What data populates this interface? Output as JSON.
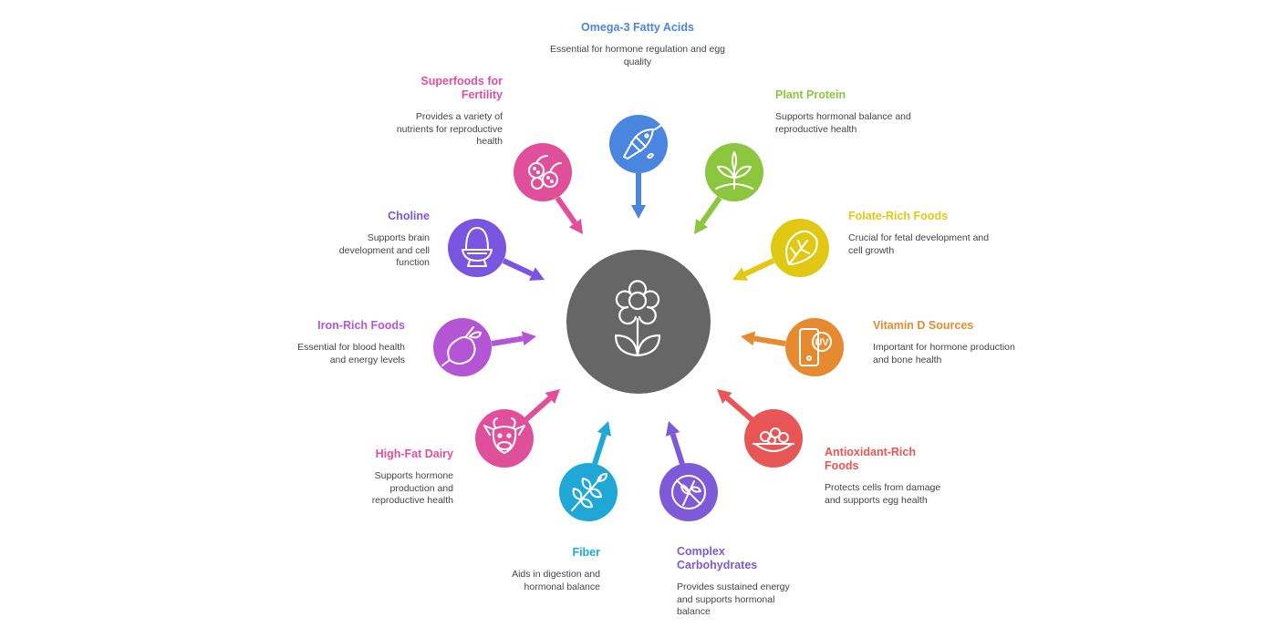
{
  "center": {
    "color": "#666666",
    "icon": "flower-icon"
  },
  "items": [
    {
      "id": "omega3",
      "title": "Omega-3 Fatty Acids",
      "description": "Essential for hormone regulation and egg quality",
      "color": "#4a86e0",
      "icon": "fish-icon"
    },
    {
      "id": "plant-protein",
      "title": "Plant Protein",
      "description": "Supports hormonal balance and reproductive health",
      "color": "#8cc63f",
      "icon": "sprout-icon"
    },
    {
      "id": "folate",
      "title": "Folate-Rich Foods",
      "description": "Crucial for fetal development and cell growth",
      "color": "#e0c813",
      "icon": "spinach-leaf-icon"
    },
    {
      "id": "vitamin-d",
      "title": "Vitamin D Sources",
      "description": "Important for hormone production and bone health",
      "color": "#e58a2e",
      "icon": "uv-phone-icon"
    },
    {
      "id": "antioxidant",
      "title": "Antioxidant-Rich Foods",
      "description": "Protects cells from damage and supports egg health",
      "color": "#e85555",
      "icon": "berries-bowl-icon"
    },
    {
      "id": "complex-carbs",
      "title": "Complex Carbohydrates",
      "description": "Provides sustained energy and supports hormonal balance",
      "color": "#7e5ad6",
      "icon": "no-gluten-icon"
    },
    {
      "id": "fiber",
      "title": "Fiber",
      "description": "Aids in digestion and hormonal balance",
      "color": "#1fa8d6",
      "icon": "wheat-icon"
    },
    {
      "id": "dairy",
      "title": "High-Fat Dairy",
      "description": "Supports hormone production and reproductive health",
      "color": "#e0509a",
      "icon": "cow-icon"
    },
    {
      "id": "iron",
      "title": "Iron-Rich Foods",
      "description": "Essential for blood health and energy levels",
      "color": "#b455d6",
      "icon": "beet-icon"
    },
    {
      "id": "choline",
      "title": "Choline",
      "description": "Supports brain development and cell function",
      "color": "#7a55e0",
      "icon": "egg-cup-icon"
    },
    {
      "id": "superfoods",
      "title": "Superfoods for Fertility",
      "description": "Provides a variety of nutrients for reproductive health",
      "color": "#e0509a",
      "icon": "berries-icon"
    }
  ]
}
